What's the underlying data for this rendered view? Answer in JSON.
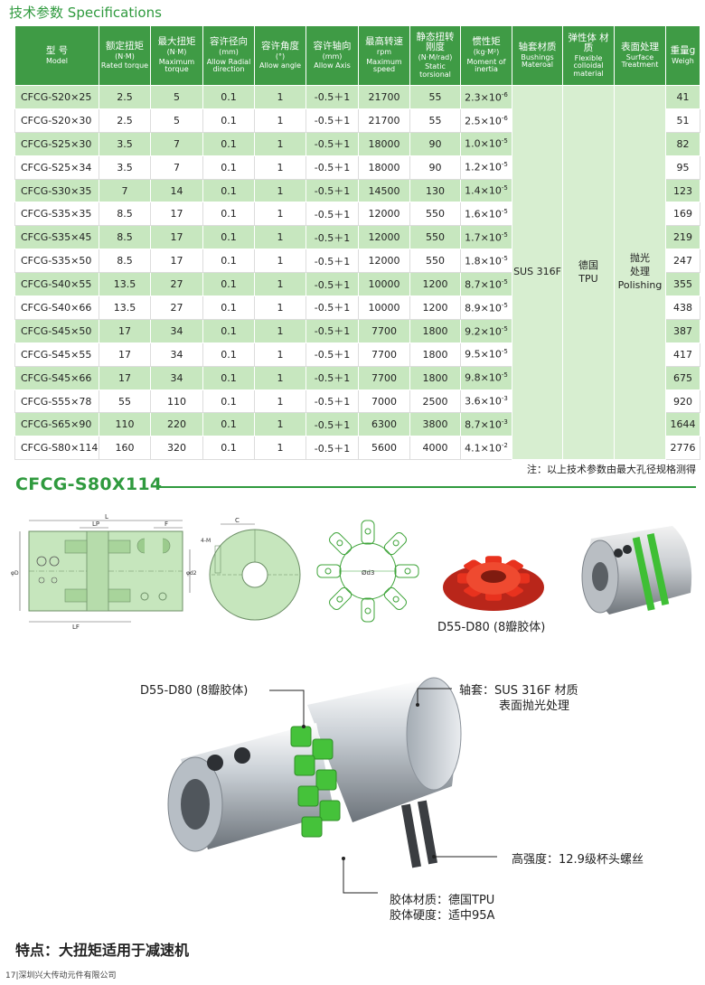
{
  "section": {
    "title_cn": "技术参数",
    "title_en": "Specifications"
  },
  "table": {
    "headers": [
      {
        "cn": "型 号",
        "unit": "",
        "en": "Model"
      },
      {
        "cn": "额定扭矩",
        "unit": "(N·M)",
        "en": "Rated torque"
      },
      {
        "cn": "最大扭矩",
        "unit": "(N·M)",
        "en": "Maximum torque"
      },
      {
        "cn": "容许径向",
        "unit": "(mm)",
        "en": "Allow Radial direction"
      },
      {
        "cn": "容许角度",
        "unit": "(°)",
        "en": "Allow angle"
      },
      {
        "cn": "容许轴向",
        "unit": "(mm)",
        "en": "Allow Axis"
      },
      {
        "cn": "最高转速",
        "unit": "rpm",
        "en": "Maximum speed"
      },
      {
        "cn": "静态扭转 刚度",
        "unit": "(N·M/rad)",
        "en": "Static torsional"
      },
      {
        "cn": "惯性矩",
        "unit": "(kg·M²)",
        "en": "Moment of inertia"
      },
      {
        "cn": "轴套材质",
        "unit": "",
        "en": "Bushings Materoal"
      },
      {
        "cn": "弹性体 材质",
        "unit": "",
        "en": "Flexible colloidal material"
      },
      {
        "cn": "表面处理",
        "unit": "",
        "en": "Surface Treatment"
      },
      {
        "cn": "重量g",
        "unit": "",
        "en": "Weigh"
      }
    ],
    "rows": [
      {
        "model": "CFCG-S20×25",
        "rated": "2.5",
        "max": "5",
        "radial": "0.1",
        "angle": "1",
        "axis": "-0.5＋1",
        "speed": "21700",
        "static": "55",
        "inertia_base": "2.3×10",
        "inertia_exp": "-6",
        "weight": "41"
      },
      {
        "model": "CFCG-S20×30",
        "rated": "2.5",
        "max": "5",
        "radial": "0.1",
        "angle": "1",
        "axis": "-0.5＋1",
        "speed": "21700",
        "static": "55",
        "inertia_base": "2.5×10",
        "inertia_exp": "-6",
        "weight": "51"
      },
      {
        "model": "CFCG-S25×30",
        "rated": "3.5",
        "max": "7",
        "radial": "0.1",
        "angle": "1",
        "axis": "-0.5＋1",
        "speed": "18000",
        "static": "90",
        "inertia_base": "1.0×10",
        "inertia_exp": "-5",
        "weight": "82"
      },
      {
        "model": "CFCG-S25×34",
        "rated": "3.5",
        "max": "7",
        "radial": "0.1",
        "angle": "1",
        "axis": "-0.5＋1",
        "speed": "18000",
        "static": "90",
        "inertia_base": "1.2×10",
        "inertia_exp": "-5",
        "weight": "95"
      },
      {
        "model": "CFCG-S30×35",
        "rated": "7",
        "max": "14",
        "radial": "0.1",
        "angle": "1",
        "axis": "-0.5＋1",
        "speed": "14500",
        "static": "130",
        "inertia_base": "1.4×10",
        "inertia_exp": "-5",
        "weight": "123"
      },
      {
        "model": "CFCG-S35×35",
        "rated": "8.5",
        "max": "17",
        "radial": "0.1",
        "angle": "1",
        "axis": "-0.5＋1",
        "speed": "12000",
        "static": "550",
        "inertia_base": "1.6×10",
        "inertia_exp": "-5",
        "weight": "169"
      },
      {
        "model": "CFCG-S35×45",
        "rated": "8.5",
        "max": "17",
        "radial": "0.1",
        "angle": "1",
        "axis": "-0.5＋1",
        "speed": "12000",
        "static": "550",
        "inertia_base": "1.7×10",
        "inertia_exp": "-5",
        "weight": "219"
      },
      {
        "model": "CFCG-S35×50",
        "rated": "8.5",
        "max": "17",
        "radial": "0.1",
        "angle": "1",
        "axis": "-0.5＋1",
        "speed": "12000",
        "static": "550",
        "inertia_base": "1.8×10",
        "inertia_exp": "-5",
        "weight": "247"
      },
      {
        "model": "CFCG-S40×55",
        "rated": "13.5",
        "max": "27",
        "radial": "0.1",
        "angle": "1",
        "axis": "-0.5＋1",
        "speed": "10000",
        "static": "1200",
        "inertia_base": "8.7×10",
        "inertia_exp": "-5",
        "weight": "355"
      },
      {
        "model": "CFCG-S40×66",
        "rated": "13.5",
        "max": "27",
        "radial": "0.1",
        "angle": "1",
        "axis": "-0.5＋1",
        "speed": "10000",
        "static": "1200",
        "inertia_base": "8.9×10",
        "inertia_exp": "-5",
        "weight": "438"
      },
      {
        "model": "CFCG-S45×50",
        "rated": "17",
        "max": "34",
        "radial": "0.1",
        "angle": "1",
        "axis": "-0.5＋1",
        "speed": "7700",
        "static": "1800",
        "inertia_base": "9.2×10",
        "inertia_exp": "-5",
        "weight": "387"
      },
      {
        "model": "CFCG-S45×55",
        "rated": "17",
        "max": "34",
        "radial": "0.1",
        "angle": "1",
        "axis": "-0.5＋1",
        "speed": "7700",
        "static": "1800",
        "inertia_base": "9.5×10",
        "inertia_exp": "-5",
        "weight": "417"
      },
      {
        "model": "CFCG-S45×66",
        "rated": "17",
        "max": "34",
        "radial": "0.1",
        "angle": "1",
        "axis": "-0.5＋1",
        "speed": "7700",
        "static": "1800",
        "inertia_base": "9.8×10",
        "inertia_exp": "-5",
        "weight": "675"
      },
      {
        "model": "CFCG-S55×78",
        "rated": "55",
        "max": "110",
        "radial": "0.1",
        "angle": "1",
        "axis": "-0.5＋1",
        "speed": "7000",
        "static": "2500",
        "inertia_base": "3.6×10",
        "inertia_exp": "-3",
        "weight": "920"
      },
      {
        "model": "CFCG-S65×90",
        "rated": "110",
        "max": "220",
        "radial": "0.1",
        "angle": "1",
        "axis": "-0.5＋1",
        "speed": "6300",
        "static": "3800",
        "inertia_base": "8.7×10",
        "inertia_exp": "-3",
        "weight": "1644"
      },
      {
        "model": "CFCG-S80×114",
        "rated": "160",
        "max": "320",
        "radial": "0.1",
        "angle": "1",
        "axis": "-0.5＋1",
        "speed": "5600",
        "static": "4000",
        "inertia_base": "4.1×10",
        "inertia_exp": "-2",
        "weight": "2776"
      }
    ],
    "merged": {
      "bushing": "SUS 316F",
      "elastomer_cn": "德国",
      "elastomer_en": "TPU",
      "surface_cn1": "抛光",
      "surface_cn2": "处理",
      "surface_en": "Polishing"
    },
    "note": "注：以上技术参数由最大孔径规格测得"
  },
  "product": {
    "title": "CFCG-S80X114",
    "elastomer_caption": "D55-D80 (8瓣胶体)",
    "dimension_labels": {
      "l": "L",
      "lp": "LP",
      "f": "F",
      "lf": "LF",
      "phi_d": "φD",
      "phi_d2": "φd2",
      "c": "C",
      "m": "4-M",
      "d3": "Ød3"
    }
  },
  "callouts": {
    "elastomer": "D55-D80 (8瓣胶体)",
    "sleeve_line1": "轴套：SUS 316F 材质",
    "sleeve_line2": "表面抛光处理",
    "screw": "高强度：12.9级杯头螺丝",
    "material_line1": "胶体材质：德国TPU",
    "material_line2": "胶体硬度：适中95A"
  },
  "feature": "特点：大扭矩适用于减速机",
  "footer": {
    "page": "17",
    "company": "深圳兴大传动元件有限公司"
  },
  "colors": {
    "brand_green": "#3f9b45",
    "row_green": "#c7e7bf",
    "elastomer_red": "#e8321e",
    "elastomer_green": "#45c23a"
  }
}
